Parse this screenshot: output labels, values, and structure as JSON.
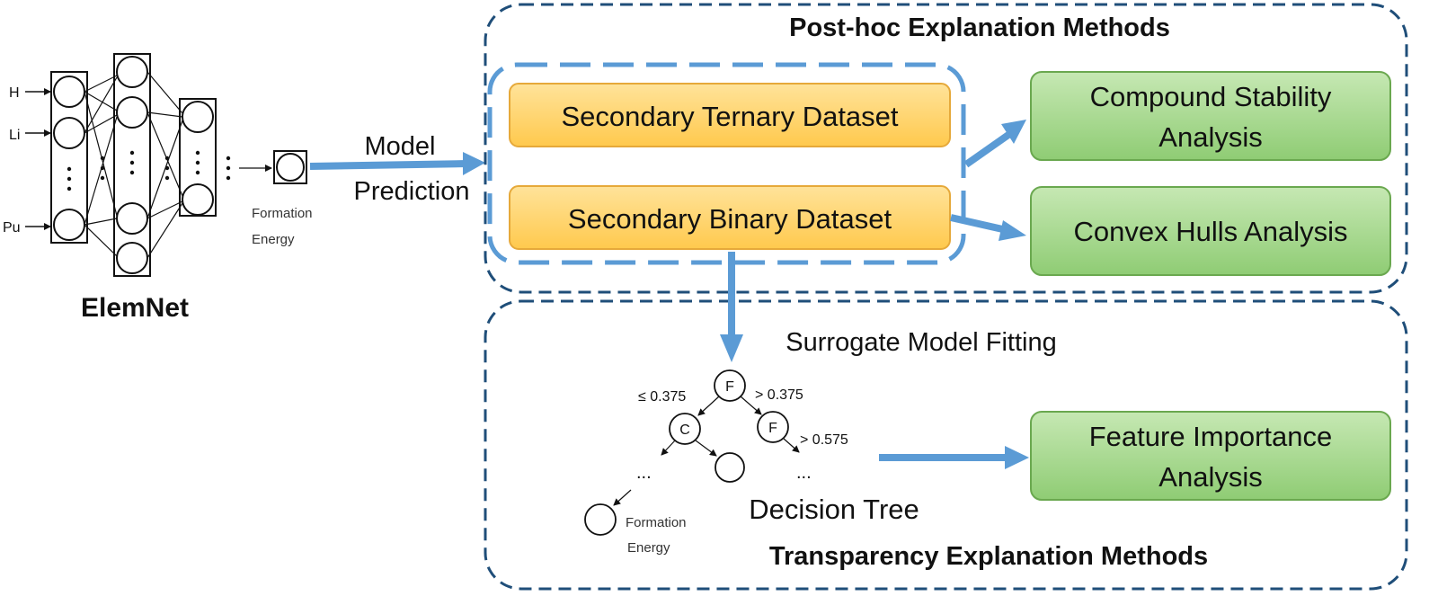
{
  "elemnet": {
    "title": "ElemNet",
    "input_labels": [
      "H",
      "Li",
      "Pu"
    ],
    "output_label_line1": "Formation",
    "output_label_line2": "Energy"
  },
  "arrow_model_prediction": {
    "line1": "Model",
    "line2": "Prediction"
  },
  "posthoc": {
    "title": "Post-hoc Explanation Methods",
    "datasets": [
      "Secondary Ternary Dataset",
      "Secondary Binary Dataset"
    ],
    "analyses": {
      "compound_line1": "Compound Stability",
      "compound_line2": "Analysis",
      "convex": "Convex Hulls Analysis"
    }
  },
  "transparency": {
    "title": "Transparency Explanation Methods",
    "surrogate_label": "Surrogate Model Fitting",
    "tree": {
      "root": "F",
      "left": "C",
      "right": "F",
      "split_left": "≤ 0.375",
      "split_right": "> 0.375",
      "split_right2": "> 0.575",
      "ellipsis": "...",
      "leaf_label_line1": "Formation",
      "leaf_label_line2": "Energy",
      "caption": "Decision Tree"
    },
    "feature_line1": "Feature Importance",
    "feature_line2": "Analysis"
  },
  "colors": {
    "arrow": "#5b9bd5",
    "dashed_border": "#1f4e79",
    "inner_dashed": "#5b9bd5",
    "dataset_fill": "#ffd36b",
    "dataset_stroke": "#e6a93a",
    "analysis_fill": "#9fd58a",
    "analysis_stroke": "#6aa84f"
  }
}
